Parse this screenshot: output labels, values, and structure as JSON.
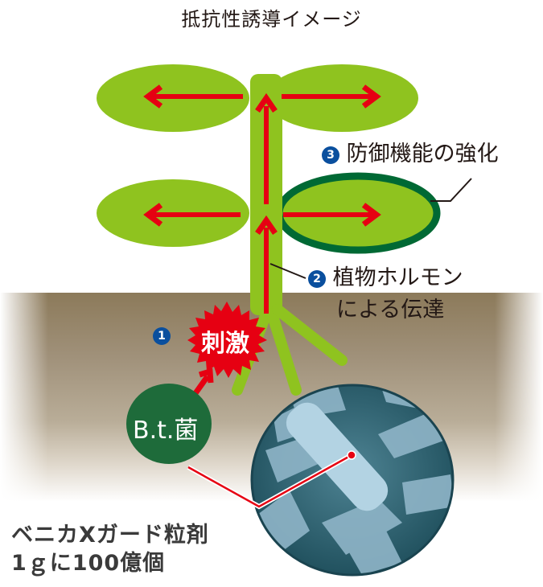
{
  "title": "抵抗性誘導イメージ",
  "steps": [
    {
      "number": "1",
      "label": "刺激"
    },
    {
      "number": "2",
      "label_line1": "植物ホルモン",
      "label_line2": "による伝達"
    },
    {
      "number": "3",
      "label": "防御機能の強化"
    }
  ],
  "bacteria_label": "B.t.菌",
  "product": {
    "name": "ベニカXガード粒剤",
    "count": "1ｇに100億個"
  },
  "colors": {
    "leaf": "#8fc31f",
    "highlight_ring": "#006934",
    "arrow": "#e60012",
    "badge": "#0a4f9e",
    "bacteria_circle": "#1e6b3a",
    "soil_top": "#8c7a5a"
  }
}
